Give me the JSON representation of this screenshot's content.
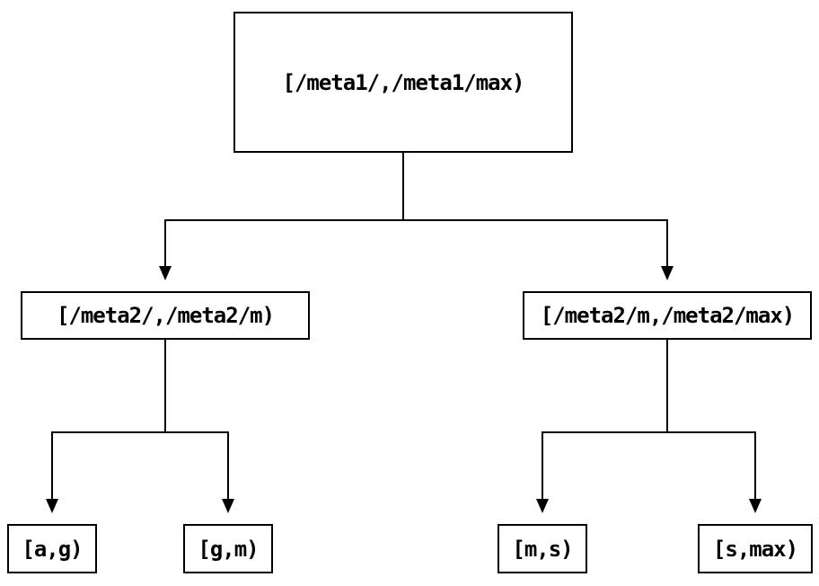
{
  "diagram": {
    "kind": "binary-tree",
    "title": "",
    "colors": {
      "background": "#ffffff",
      "node_fill": "#ffffff",
      "node_border": "#000000",
      "edge_line": "#000000",
      "text": "#000000"
    },
    "nodes": {
      "root": {
        "label": "[/meta1/,/meta1/max)"
      },
      "left_child": {
        "label": "[/meta2/,/meta2/m)"
      },
      "right_child": {
        "label": "[/meta2/m,/meta2/max)"
      },
      "leaf_ag": {
        "label": "[a,g)"
      },
      "leaf_gm": {
        "label": "[g,m)"
      },
      "leaf_ms": {
        "label": "[m,s)"
      },
      "leaf_smax": {
        "label": "[s,max)"
      }
    },
    "edges": [
      {
        "from": "root",
        "to": "left_child",
        "arrow": "down"
      },
      {
        "from": "root",
        "to": "right_child",
        "arrow": "down"
      },
      {
        "from": "left_child",
        "to": "leaf_ag",
        "arrow": "down"
      },
      {
        "from": "left_child",
        "to": "leaf_gm",
        "arrow": "down"
      },
      {
        "from": "right_child",
        "to": "leaf_ms",
        "arrow": "down"
      },
      {
        "from": "right_child",
        "to": "leaf_smax",
        "arrow": "down"
      }
    ]
  }
}
